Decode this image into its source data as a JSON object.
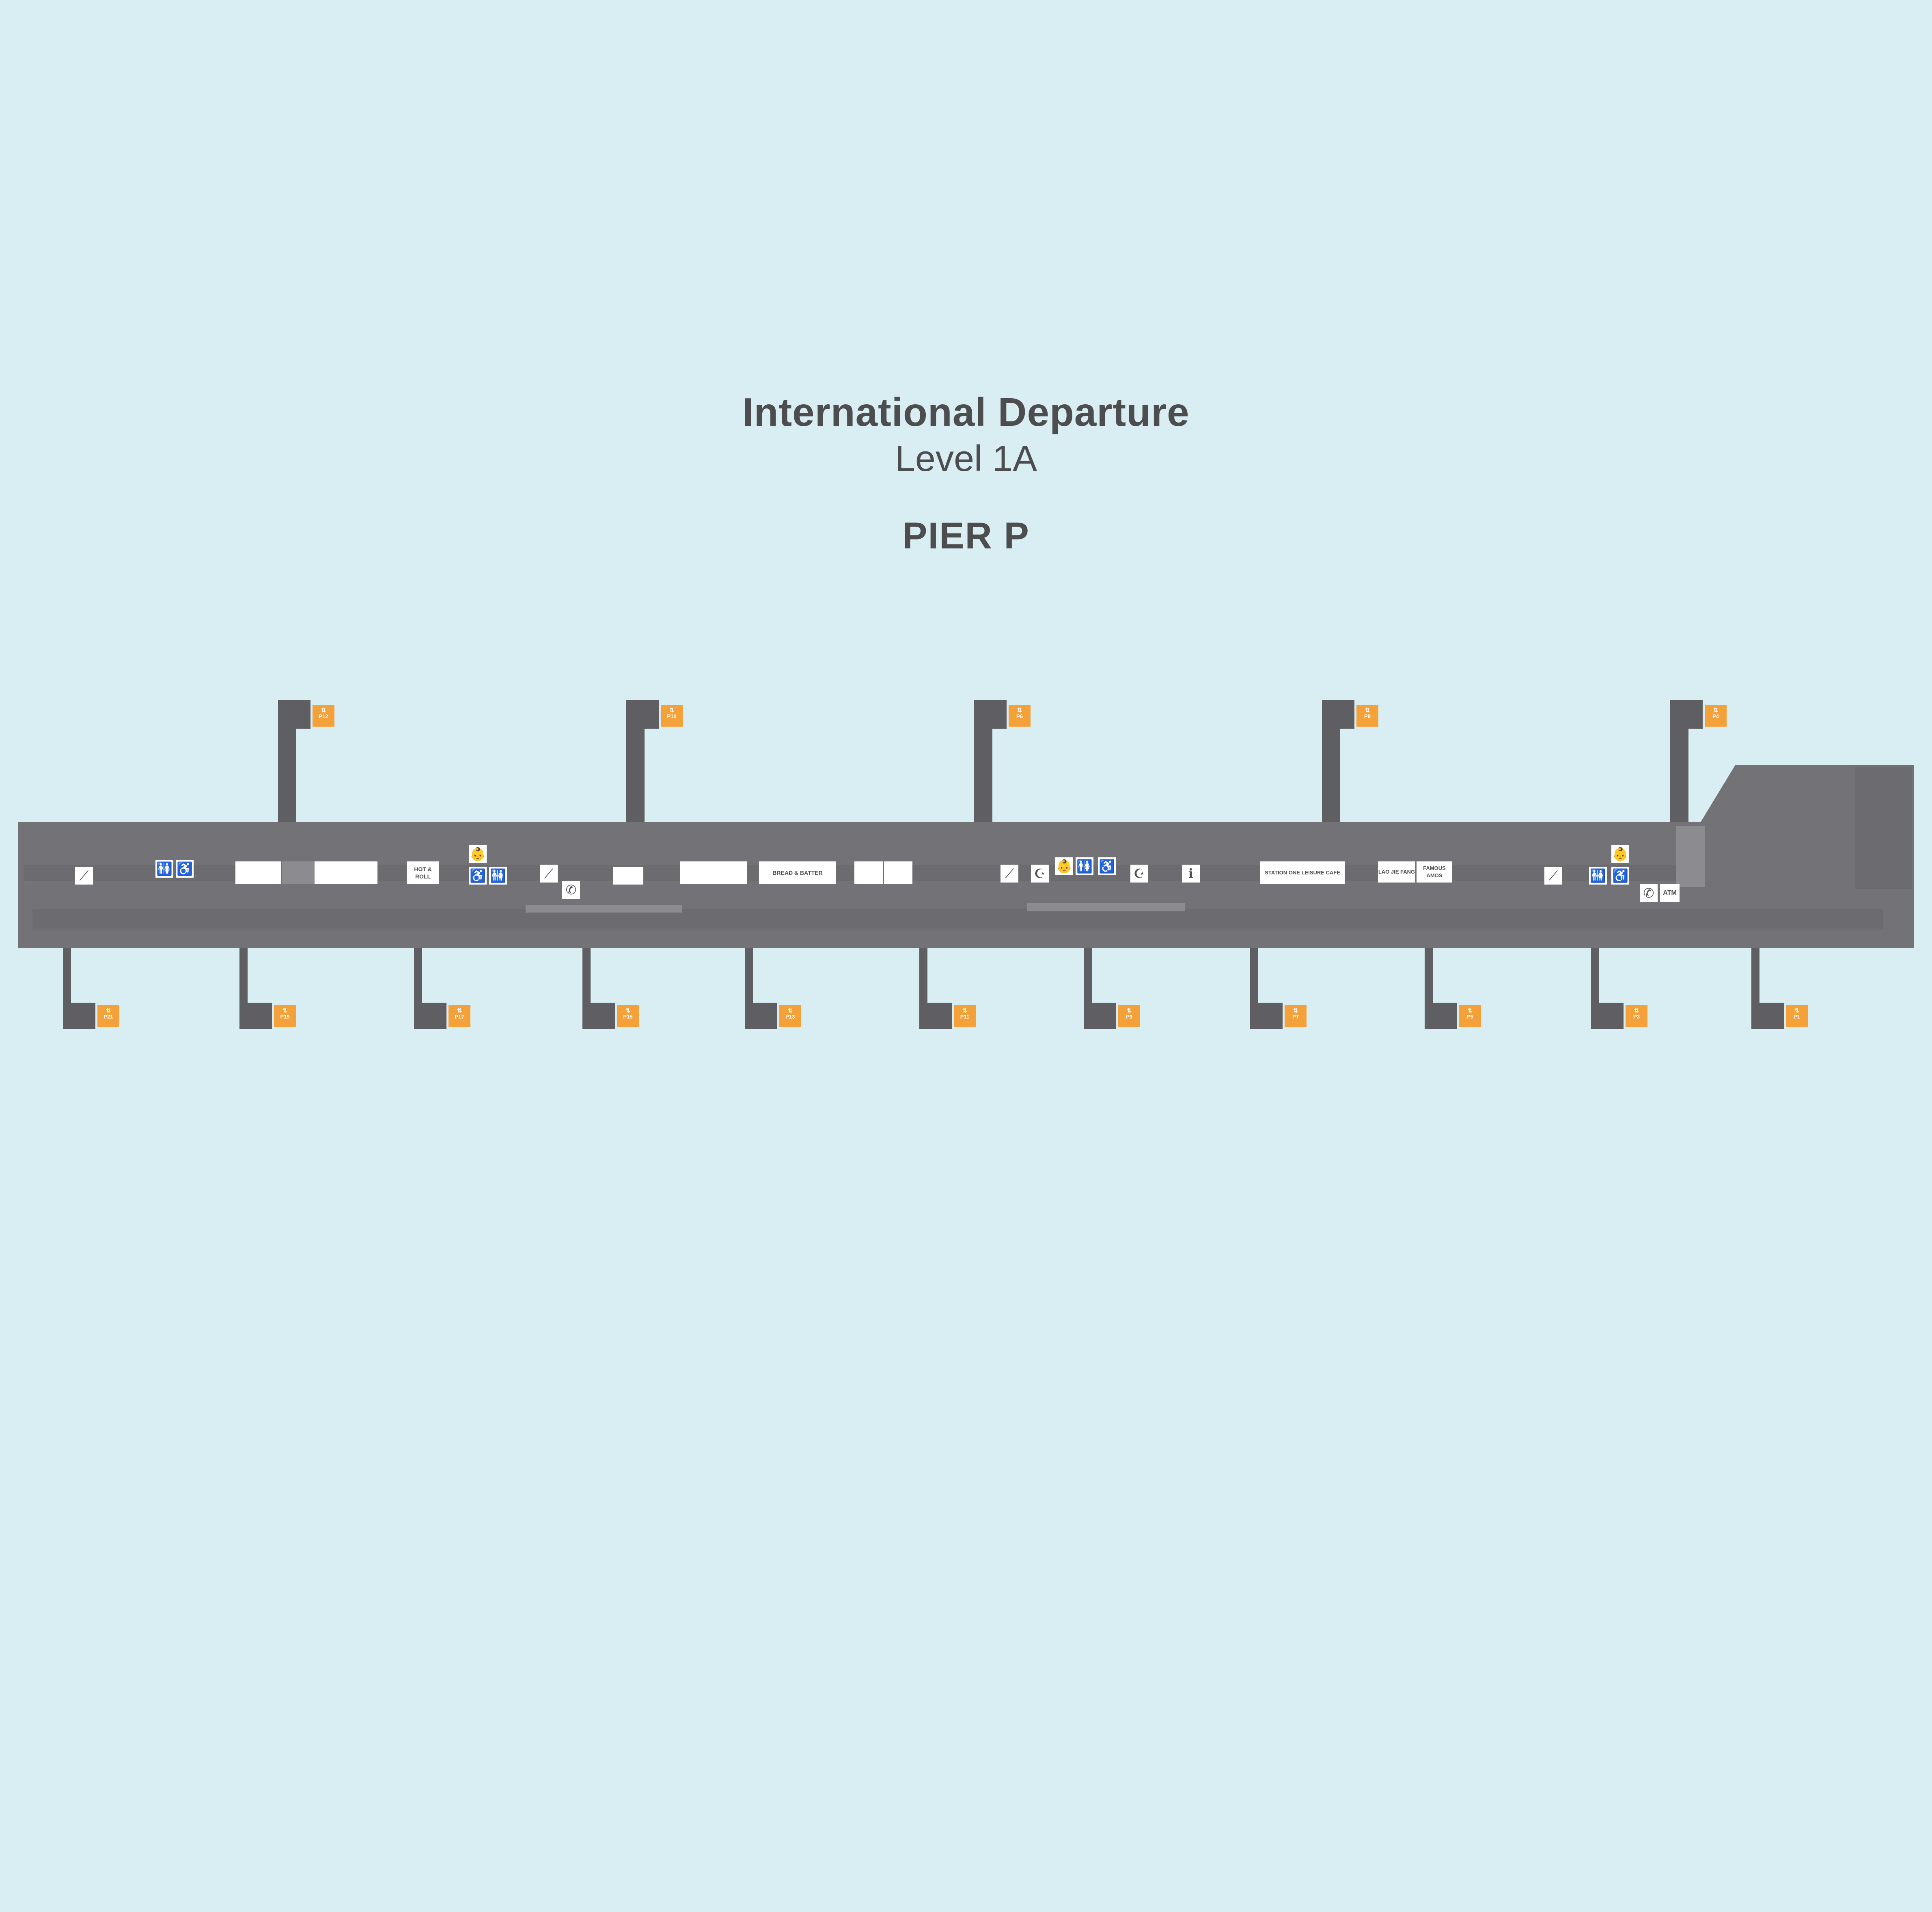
{
  "header": {
    "title": "International Departure",
    "level": "Level 1A",
    "pier": "PIER P"
  },
  "gate_arrow": "⇅",
  "gates_top": [
    "P12",
    "P10",
    "P6",
    "P8",
    "P4"
  ],
  "gates_bottom": [
    "P21",
    "P19",
    "P17",
    "P15",
    "P13",
    "P11",
    "P9",
    "P7",
    "P5",
    "P3",
    "P1"
  ],
  "stores": {
    "hot_roll": "HOT & ROLL",
    "bread_butter": "BREAD & BATTER",
    "station_one": "STATION ONE LEISURE CAFE",
    "lao_jie_fang": "LAO JIE FANG",
    "famous_amos": "FAMOUS AMOS",
    "atm": "ATM"
  },
  "icons": {
    "escalator": "⟋",
    "restroom": "🚻",
    "accessible": "♿",
    "baby_care": "👶",
    "phone": "✆",
    "prayer": "☪",
    "info": "ℹ"
  },
  "colors": {
    "background": "#d8eef3",
    "building": "#737276",
    "pier": "#5f5e62",
    "gate_marker": "#f4a139"
  }
}
